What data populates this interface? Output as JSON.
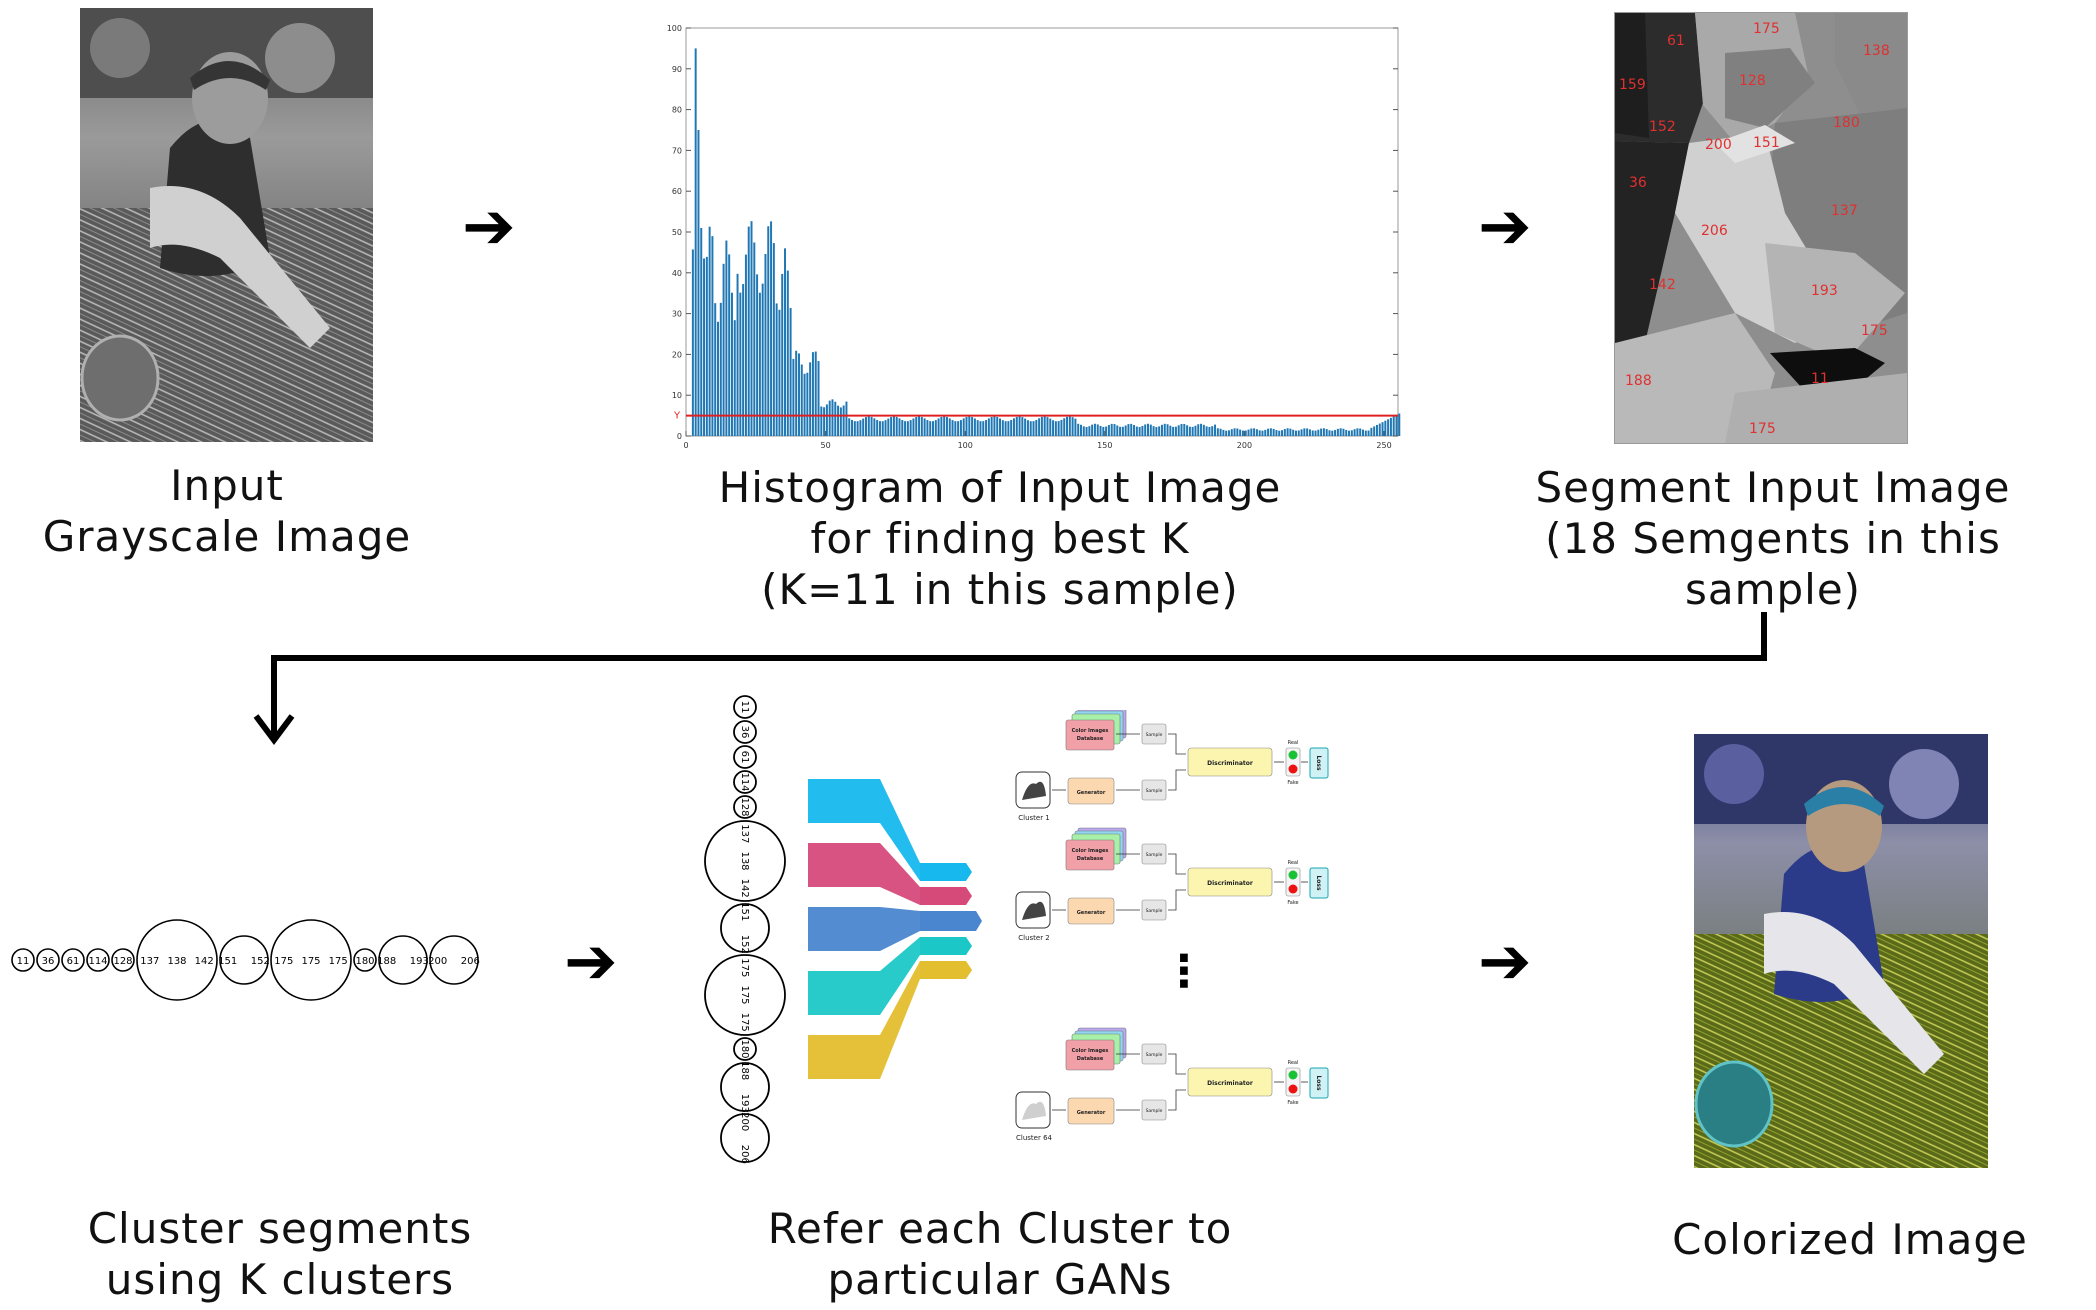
{
  "captions": {
    "input_l1": "Input",
    "input_l2": "Grayscale Image",
    "hist_l1": "Histogram of Input Image",
    "hist_l2": "for finding best K",
    "hist_l3": "(K=11 in this sample)",
    "seg_l1": "Segment Input Image",
    "seg_l2": "(18 Semgents in this sample)",
    "cluster_l1": "Cluster segments",
    "cluster_l2": "using K clusters",
    "gan_l1": "Refer each Cluster to",
    "gan_l2": "particular GANs",
    "color_l1": "Colorized Image"
  },
  "arrow_glyph": "➔",
  "histogram": {
    "threshold_label": "Y",
    "threshold_value": 5,
    "xlim": [
      0,
      255
    ],
    "ylim": [
      0,
      100
    ],
    "x_ticks": [
      "0",
      "50",
      "100",
      "150",
      "200",
      "250"
    ],
    "y_ticks": [
      "0",
      "10",
      "20",
      "30",
      "40",
      "50",
      "60",
      "70",
      "80",
      "90",
      "100"
    ],
    "bar_color": "#1f77b4",
    "threshold_color": "#e02020"
  },
  "segments": {
    "label_color": "#e03030",
    "labels": [
      "61",
      "175",
      "138",
      "128",
      "152",
      "200",
      "151",
      "180",
      "36",
      "137",
      "206",
      "142",
      "193",
      "175",
      "11",
      "188",
      "175",
      "159"
    ]
  },
  "clusters_row": [
    {
      "labels": [
        "11"
      ],
      "size": "s"
    },
    {
      "labels": [
        "36"
      ],
      "size": "s"
    },
    {
      "labels": [
        "61"
      ],
      "size": "s"
    },
    {
      "labels": [
        "114"
      ],
      "size": "s"
    },
    {
      "labels": [
        "128"
      ],
      "size": "s"
    },
    {
      "labels": [
        "137",
        "138",
        "142"
      ],
      "size": "l"
    },
    {
      "labels": [
        "151",
        "152"
      ],
      "size": "m"
    },
    {
      "labels": [
        "175",
        "175",
        "175"
      ],
      "size": "l"
    },
    {
      "labels": [
        "180"
      ],
      "size": "s"
    },
    {
      "labels": [
        "188",
        "193"
      ],
      "size": "m"
    },
    {
      "labels": [
        "200",
        "206"
      ],
      "size": "m"
    }
  ],
  "gan": {
    "blocks": [
      {
        "db": "Color Images Database",
        "sample": "Sample",
        "generator": "Generator",
        "discriminator": "Discriminator",
        "real": "Real",
        "fake": "Fake",
        "loss": "Loss",
        "cluster": "Cluster 1"
      },
      {
        "db": "Color Images Database",
        "sample": "Sample",
        "generator": "Generator",
        "discriminator": "Discriminator",
        "real": "Real",
        "fake": "Fake",
        "loss": "Loss",
        "cluster": "Cluster 2"
      },
      {
        "db": "Color Images Database",
        "sample": "Sample",
        "generator": "Generator",
        "discriminator": "Discriminator",
        "real": "Real",
        "fake": "Fake",
        "loss": "Loss",
        "cluster": "Cluster 64"
      }
    ],
    "ellipsis": "⋮",
    "funnel_colors": [
      "#17b8ee",
      "#d64a7a",
      "#4a86cf",
      "#1cc7c7",
      "#e3be2e"
    ]
  }
}
